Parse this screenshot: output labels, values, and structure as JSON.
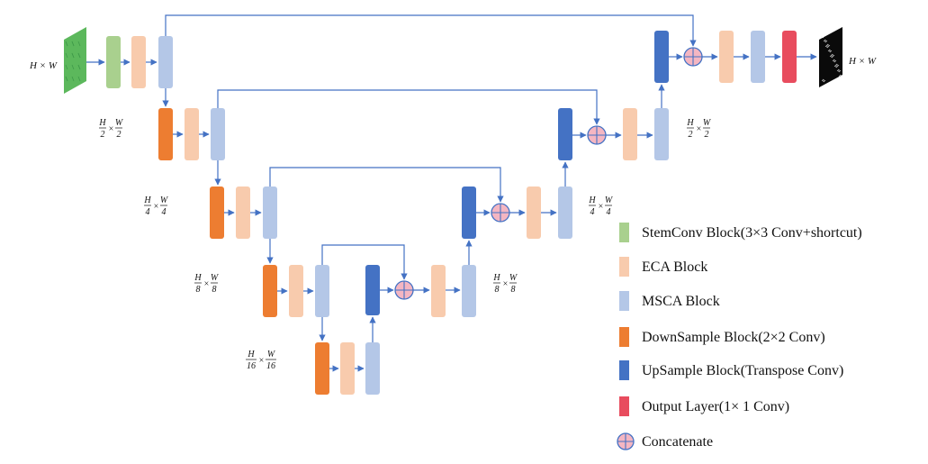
{
  "colors": {
    "stem": "#a9d08e",
    "eca": "#f8cbad",
    "msca": "#b4c7e7",
    "down": "#ed7d31",
    "up": "#4472c4",
    "output": "#e84c5e",
    "concat_fill": "#f4b6c2",
    "concat_stroke": "#4472c4",
    "edge": "#4472c4"
  },
  "io": {
    "input_label": "H × W",
    "output_label": "H × W"
  },
  "level_labels": [
    {
      "id": "encoder-1",
      "num": "H",
      "den_h": "2",
      "den_w": "2",
      "w": "W"
    },
    {
      "id": "decoder-1",
      "num": "H",
      "den_h": "2",
      "den_w": "2",
      "w": "W"
    },
    {
      "id": "encoder-2",
      "num": "H",
      "den_h": "4",
      "den_w": "4",
      "w": "W"
    },
    {
      "id": "decoder-2",
      "num": "H",
      "den_h": "4",
      "den_w": "4",
      "w": "W"
    },
    {
      "id": "encoder-3",
      "num": "H",
      "den_h": "8",
      "den_w": "8",
      "w": "W"
    },
    {
      "id": "decoder-3",
      "num": "H",
      "den_h": "8",
      "den_w": "8",
      "w": "W"
    },
    {
      "id": "bottleneck",
      "num": "H",
      "den_h": "16",
      "den_w": "16",
      "w": "W"
    }
  ],
  "legend": [
    {
      "type": "stem",
      "label": "StemConv Block(3×3 Conv+shortcut)"
    },
    {
      "type": "eca",
      "label": "ECA Block"
    },
    {
      "type": "msca",
      "label": "MSCA Block"
    },
    {
      "type": "down",
      "label": "DownSample Block(2×2 Conv)"
    },
    {
      "type": "up",
      "label": "UpSample Block(Transpose Conv)"
    },
    {
      "type": "output",
      "label": "Output Layer(1× 1 Conv)"
    },
    {
      "type": "concat",
      "label": "Concatenate"
    }
  ]
}
